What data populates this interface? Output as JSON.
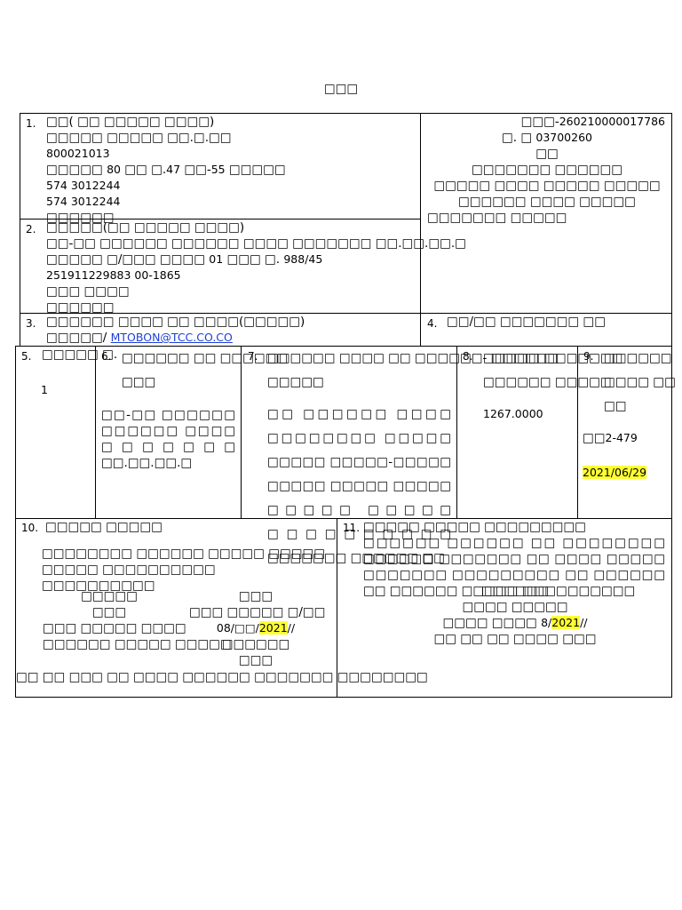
{
  "doc_title": "□□□",
  "b1": {
    "num": "1.",
    "heading": "□□( □□ □□□□□ □□□□)",
    "company": "□□□□□ □□□□□ □□.□.□□",
    "id": "800021013",
    "address_pre": "□□□□□ ",
    "address_80": "80",
    "address_mid": " □□ □.",
    "address_47": "47",
    "address_mid2": " □□-",
    "address_55": "55",
    "address_post": " □□□□□",
    "phone1": "574 3012244",
    "phone2": "574 3012244",
    "country": "□□□□□□"
  },
  "top_right": {
    "ref_pre": "□□□-",
    "ref_num": "260210000017786",
    "no_pre": "□. □",
    "no_num": "03700260",
    "l1": "□□",
    "l2": "□□□□□□□ □□□□□□",
    "l3": "□□□□□ □□□□ □□□□□ □□□□□",
    "l4": "□□□□□□ □□□□ □□□□□",
    "l5": "□□□□□□□ □□□□□"
  },
  "b2": {
    "num": "2.",
    "heading": "□□□□□(□□ □□□□□ □□□□)",
    "name": "□□-□□ □□□□□□ □□□□□□ □□□□ □□□□□□□ □□.□□.□□.□",
    "addr_pre": "□□□□□ □/□□□ □□□□ ",
    "addr_01": "01",
    "addr_mid": " □□□ □. ",
    "addr_num": "988/45",
    "phones": "251911229883 00-1865",
    "city": "□□□ □□□□",
    "country": "□□□□□□"
  },
  "b3": {
    "num": "3.",
    "heading": "□□□□□□ □□□□ □□ □□□□(□□□□□)",
    "email_label": "□□□□□/ ",
    "email": "MTOBON@TCC.CO.CO"
  },
  "b4": {
    "num": "4.",
    "text": "□□/□□ □□□□□□□ □□"
  },
  "b5": {
    "num": "5.",
    "heading": "□□□□□ □.",
    "value": "1"
  },
  "b6": {
    "num": "6.",
    "heading_l1": "□□□□□□ □□ □□□□□□",
    "heading_l2": "□□□",
    "value": "□□-□□ □□□□□□ □□□□□□ □□□□ □□□□□□□ □□.□□.□□.□"
  },
  "b7": {
    "num": "7.",
    "heading_l1": "□□□□□□ □□□□ □□ □□□□□□- □□□□□□",
    "heading_l2": "□□□□□",
    "value": "□□ □□□□□□ □□□□ □□□□□□□□ □□□□□ □□□□□ □□□□□-□□□□□ □□□□□ □□□□□ □□□□□ □□□□□ □□□□□ □□□□□□□□□□ □□□□□□□ □□□□□□ □□"
  },
  "b8": {
    "num": "8.",
    "heading_l1": "□□□□□ □□□□□□□",
    "heading_l2": "□□□□□□ □□□□□",
    "value": "1267.0000"
  },
  "b9": {
    "num": "9.",
    "heading_l1": "□□□□□□",
    "heading_l2": "□□□□ □□",
    "heading_l3": "□□",
    "inv_pre": "□□",
    "inv_num": "2-479",
    "date": "2021/06/29"
  },
  "b10": {
    "num": "10.",
    "heading": "□□□□□ □□□□□",
    "para": "□□□□□□□□ □□□□□□ □□□□□ □□□□□ □□□□□ □□□□□□□□□□ □□□□□□□□□□",
    "c1_l1": "□□□□□",
    "c1_l2": "□□□",
    "c1_l3": "□□□ □□□□□ □□□□",
    "c1_l4": "□□□□□□ □□□□□ □□□□□",
    "c2_l1": "□□□",
    "c2_l2": "□□□ □□□□□ □/□□",
    "c2_date_pre": "08/□□/",
    "c2_year": "2021",
    "c2_date_post": "//",
    "c2_l4": "□□□□□□",
    "c2_l5": "□□□",
    "footer": "□□ □□ □□□ □□ □□□□ □□□□□□ □□□□□□□ □□□□□□□□"
  },
  "b11": {
    "num": "11.",
    "heading": "□□□□□ □□□□□ □□□□□□□□□",
    "para": "□□□□□□ □□□□□□ □□ □□□□□□□□ □□□□□□ □□□□□□□ □□ □□□□ □□□□□ □□□□□□□ □□□□□□□□□ □□ □□□□□□ □□ □□□□□□ □□□□□ □□□□□□□□□□",
    "c_l1": "□□□□□□",
    "c_l2": "□□□□ □□□□□",
    "c_l3_pre": "□□□□ □□□□ ",
    "c_l3_num": "8/",
    "c_year": "2021",
    "c_l3_post": "//",
    "c_l4": "□□ □□ □□ □□□□ □□□"
  }
}
